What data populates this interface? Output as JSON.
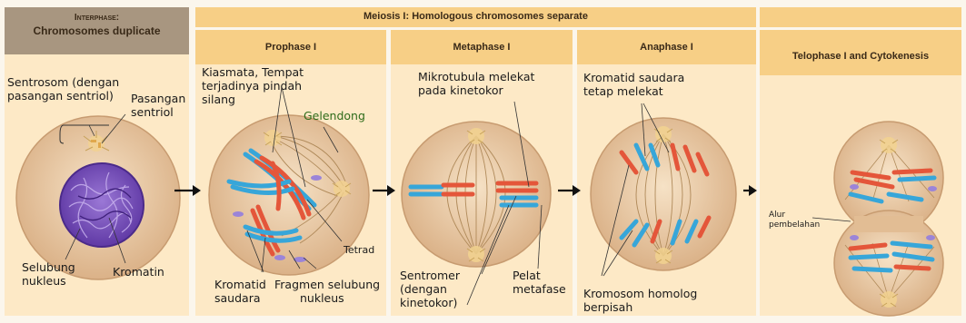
{
  "headers": {
    "interphase_line1": "Interphase:",
    "interphase_line2": "Chromosomes duplicate",
    "meiosis1": "Meiosis I: Homologous chromosomes separate",
    "prophase1": "Prophase I",
    "metaphase1": "Metaphase I",
    "anaphase1": "Anaphase I",
    "telophase1": "Telophase I and Cytokenesis"
  },
  "labels": {
    "sentrosom_l1": "Sentrosom (dengan",
    "sentrosom_l2": "pasangan sentriol)",
    "pasangan_l1": "Pasangan",
    "pasangan_l2": "sentriol",
    "selubung_l1": "Selubung",
    "selubung_l2": "nukleus",
    "kromatin": "Kromatin",
    "kiasmata_l1": "Kiasmata, Tempat",
    "kiasmata_l2": "terjadinya pindah",
    "kiasmata_l3": "silang",
    "gelendong": "Gelendong",
    "tetrad": "Tetrad",
    "kromatid_l1": "Kromatid",
    "kromatid_l2": "saudara",
    "fragmen_l1": "Fragmen selubung",
    "fragmen_l2": "nukleus",
    "mikrotubula_l1": "Mikrotubula melekat",
    "mikrotubula_l2": "pada kinetokor",
    "sentromer_l1": "Sentromer",
    "sentromer_l2": "(dengan",
    "sentromer_l3": "kinetokor)",
    "pelat_l1": "Pelat",
    "pelat_l2": "metafase",
    "kromatid_tetap_l1": "Kromatid saudara",
    "kromatid_tetap_l2": "tetap melekat",
    "kromosom_homolog_l1": "Kromosom homolog",
    "kromosom_homolog_l2": "berpisah",
    "alur_l1": "Alur",
    "alur_l2": "pembelahan"
  },
  "colors": {
    "panel": "#fde9c6",
    "header_bar": "#f7cf86",
    "interphase_header": "#a89680",
    "cell_fill": "#e6c39b",
    "chromosome_red": "#e4563a",
    "chromosome_blue": "#37a6d9",
    "nucleus_purple": "#7a52b8",
    "spindle": "#b08a5a"
  }
}
